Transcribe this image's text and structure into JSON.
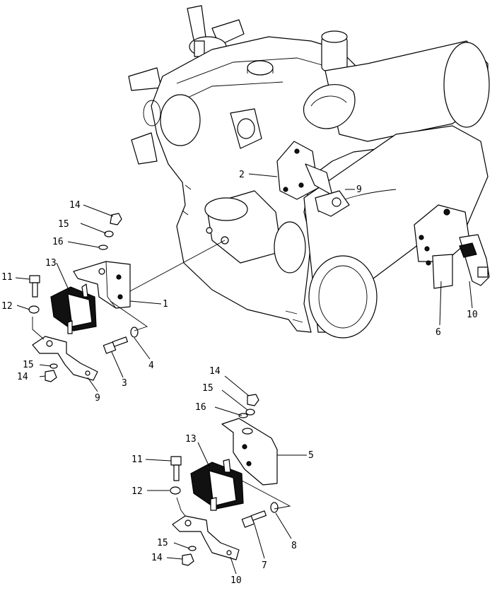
{
  "callouts": {
    "c1": "1",
    "c2": "2",
    "c3": "3",
    "c4": "4",
    "c5": "5",
    "c6": "6",
    "c7": "7",
    "c8": "8",
    "c9a": "9",
    "c9b": "9",
    "c10a": "10",
    "c10b": "10",
    "c11a": "11",
    "c11b": "11",
    "c12a": "12",
    "c12b": "12",
    "c13a": "13",
    "c13b": "13",
    "c14a": "14",
    "c14b": "14",
    "c14c": "14",
    "c14d": "14",
    "c15a": "15",
    "c15b": "15",
    "c15c": "15",
    "c15d": "15",
    "c16a": "16",
    "c16b": "16"
  }
}
